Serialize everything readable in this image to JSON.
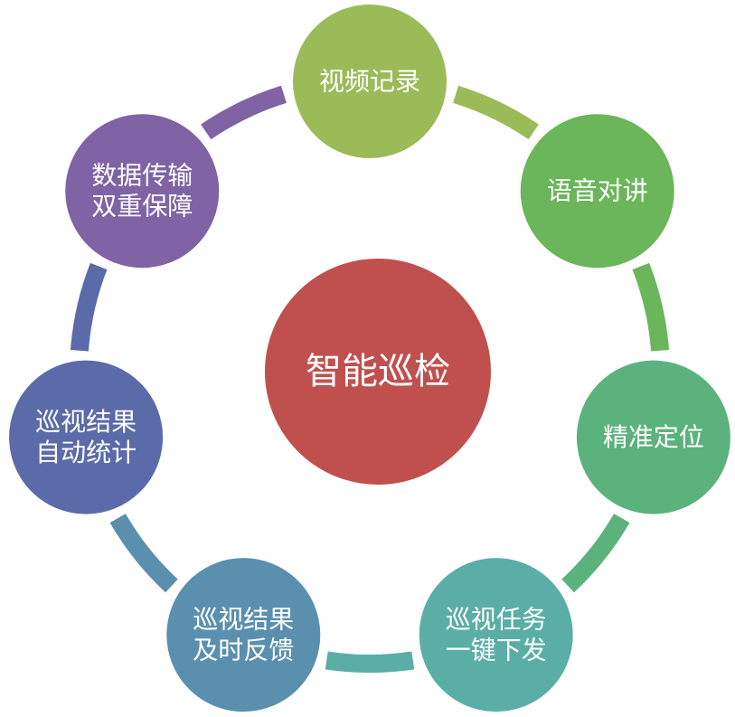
{
  "center": {
    "label": "智能巡检",
    "color": "#c0504d"
  },
  "nodes": [
    {
      "id": "video-record",
      "lines": [
        "视频记录"
      ],
      "color": "#9bbb59"
    },
    {
      "id": "voice-intercom",
      "lines": [
        "语音对讲"
      ],
      "color": "#6bb55a"
    },
    {
      "id": "precise-position",
      "lines": [
        "精准定位"
      ],
      "color": "#5cb27c"
    },
    {
      "id": "task-dispatch",
      "lines": [
        "巡视任务",
        "一键下发"
      ],
      "color": "#5aaea6"
    },
    {
      "id": "result-feedback",
      "lines": [
        "巡视结果",
        "及时反馈"
      ],
      "color": "#5a8fae"
    },
    {
      "id": "result-stats",
      "lines": [
        "巡视结果",
        "自动统计"
      ],
      "color": "#5b6aa8"
    },
    {
      "id": "data-transfer",
      "lines": [
        "数据传输",
        "双重保障"
      ],
      "color": "#7f63a5"
    }
  ]
}
